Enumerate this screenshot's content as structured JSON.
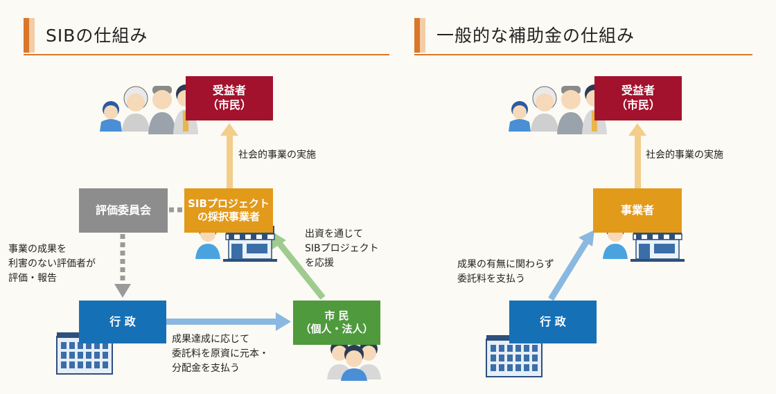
{
  "left": {
    "title": "SIBの仕組み",
    "beneficiary": {
      "line1": "受益者",
      "line2": "（市民）"
    },
    "committee": "評価委員会",
    "operator": {
      "line1": "SIBプロジェクト",
      "line2": "の採択事業者"
    },
    "government": "行 政",
    "citizens": {
      "line1": "市 民",
      "line2": "（個人・法人）"
    },
    "label_social": "社会的事業の実施",
    "label_evaluation": [
      "事業の成果を",
      "利害のない評価者が",
      "評価・報告"
    ],
    "label_investment": [
      "出資を通じて",
      "SIBプロジェクト",
      "を応援"
    ],
    "label_payment": [
      "成果達成に応じて",
      "委託料を原資に元本・",
      "分配金を支払う"
    ]
  },
  "right": {
    "title": "一般的な補助金の仕組み",
    "beneficiary": {
      "line1": "受益者",
      "line2": "（市民）"
    },
    "operator": "事業者",
    "government": "行 政",
    "label_social": "社会的事業の実施",
    "label_payment": [
      "成果の有無に関わらず",
      "委託料を支払う"
    ]
  },
  "colors": {
    "accent": "#d9772b",
    "beneficiary": "#a3122d",
    "committee": "#8d8d8d",
    "operator": "#e29a1a",
    "government": "#1670b6",
    "citizens": "#4f9a3d"
  }
}
